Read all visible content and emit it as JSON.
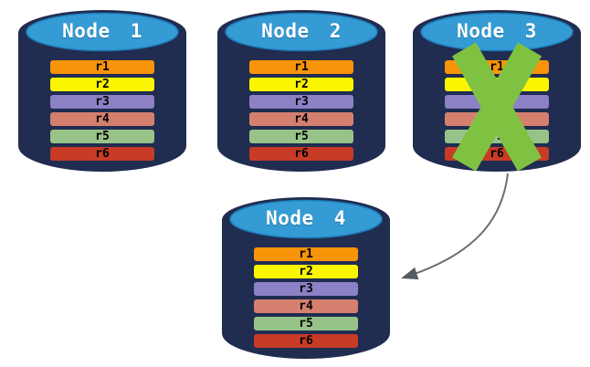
{
  "diagram": {
    "background": "#FFFFFF",
    "nodes": [
      {
        "title": "Node 1",
        "failed": false
      },
      {
        "title": "Node 2",
        "failed": false
      },
      {
        "title": "Node 3",
        "failed": true
      },
      {
        "title": "Node 4",
        "failed": false
      }
    ],
    "replicas": [
      {
        "label": "r1",
        "color": "#F8940A"
      },
      {
        "label": "r2",
        "color": "#FAF500"
      },
      {
        "label": "r3",
        "color": "#8B81C4"
      },
      {
        "label": "r4",
        "color": "#D5806F"
      },
      {
        "label": "r5",
        "color": "#97C388"
      },
      {
        "label": "r6",
        "color": "#C73B27"
      }
    ],
    "colors": {
      "cylinder_body": "#202C50",
      "cylinder_top": "#359BD4",
      "cylinder_top_border": "#1D7DB8",
      "title_text": "#FFFFFF",
      "replica_label_text": "#000000",
      "failure_x": "#7FC241",
      "arrow": "#6E6E6E"
    },
    "icons": {
      "node_shape": "database-cylinder-icon",
      "failure_mark": "green-x-icon",
      "failover": "curved-arrow-icon"
    }
  }
}
